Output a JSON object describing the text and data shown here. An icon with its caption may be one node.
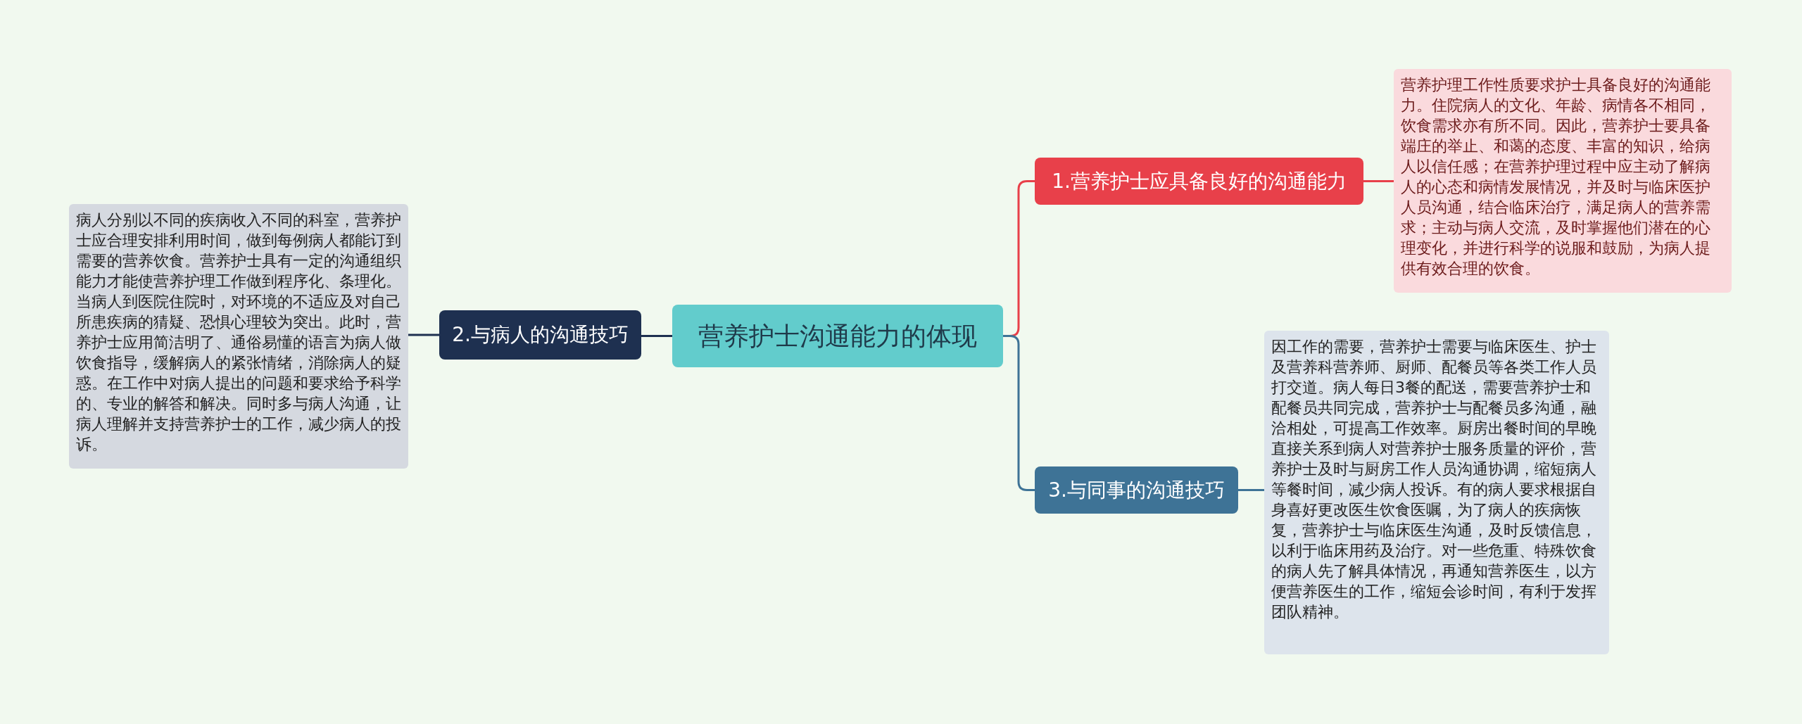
{
  "diagram": {
    "nodes": [
      {
        "text": [
          "营养护士沟通能力的体现"
        ]
      },
      {
        "text": [
          "1.营养护士应具备良好的沟通能力"
        ]
      },
      {
        "text": [
          "营养护理工作性质要求护士具备良好的沟通能力。住院病人的文化、年龄、病情各不相同，饮食需求亦有所不同。因此，营养护士要具备端庄的举止、和蔼的态度、丰富的知识，给病人以信任感；在营养护理过程中应主动了解病人的心态和病情发展情况，并及时与临床医护人员沟通，结合临床治疗，满足病人的营养需求；主动与病人交流，及时掌握他们潜在的心理变化，并进行科学的说服和鼓励，为病人提供有效合理的饮食。"
        ]
      },
      {
        "text": [
          "2.与病人的沟通技巧"
        ]
      },
      {
        "text": [
          "病人分别以不同的疾病收入不同的科室，营养护士应合理安排利用时间，做到每例病人都能订到需要的营养饮食。营养护士具有一定的沟通组织能力才能使营养护理工作做到程序化、条理化。当病人到医院住院时，对环境的不适应及对自己所患疾病的猜疑、恐惧心理较为突出。此时，营养护士应用简洁明了、通俗易懂的语言为病人做饮食指导，缓解病人的紧张情绪，消除病人的疑惑。在工作中对病人提出的问题和要求给予科学的、专业的解答和解决。同时多与病人沟通，让病人理解并支持营养护士的工作，减少病人的投诉。"
        ]
      },
      {
        "text": [
          "3.与同事的沟通技巧"
        ]
      },
      {
        "text": [
          "因工作的需要，营养护士需要与临床医生、护士及营养科营养师、厨师、配餐员等各类工作人员打交道。病人每日3餐的配送，需要营养护士和配餐员共同完成，营养护士与配餐员多沟通，融洽相处，可提高工作效率。厨房出餐时间的早晚直接关系到病人对营养护士服务质量的评价，营养护士及时与厨房工作人员沟通协调，缩短病人等餐时间，减少病人投诉。有的病人要求根据自身喜好更改医生饮食医嘱，为了病人的疾病恢复，营养护士与临床医生沟通，及时反馈信息，以利于临床用药及治疗。对一些危重、特殊饮食的病人先了解具体情况，再通知营养医生，以方便营养医生的工作，缩短会诊时间，有利于发挥团队精神。"
        ]
      }
    ],
    "edges": [
      {
        "from": 0,
        "to": 1,
        "arrow": "none",
        "color": "#e8404a"
      },
      {
        "from": 1,
        "to": 2,
        "arrow": "none",
        "color": "#e8404a"
      },
      {
        "from": 0,
        "to": 3,
        "arrow": "none",
        "color": "#1e3050"
      },
      {
        "from": 3,
        "to": 4,
        "arrow": "none",
        "color": "#1e3050"
      },
      {
        "from": 0,
        "to": 5,
        "arrow": "none",
        "color": "#3e7396"
      },
      {
        "from": 5,
        "to": 6,
        "arrow": "none",
        "color": "#3e7396"
      }
    ]
  }
}
